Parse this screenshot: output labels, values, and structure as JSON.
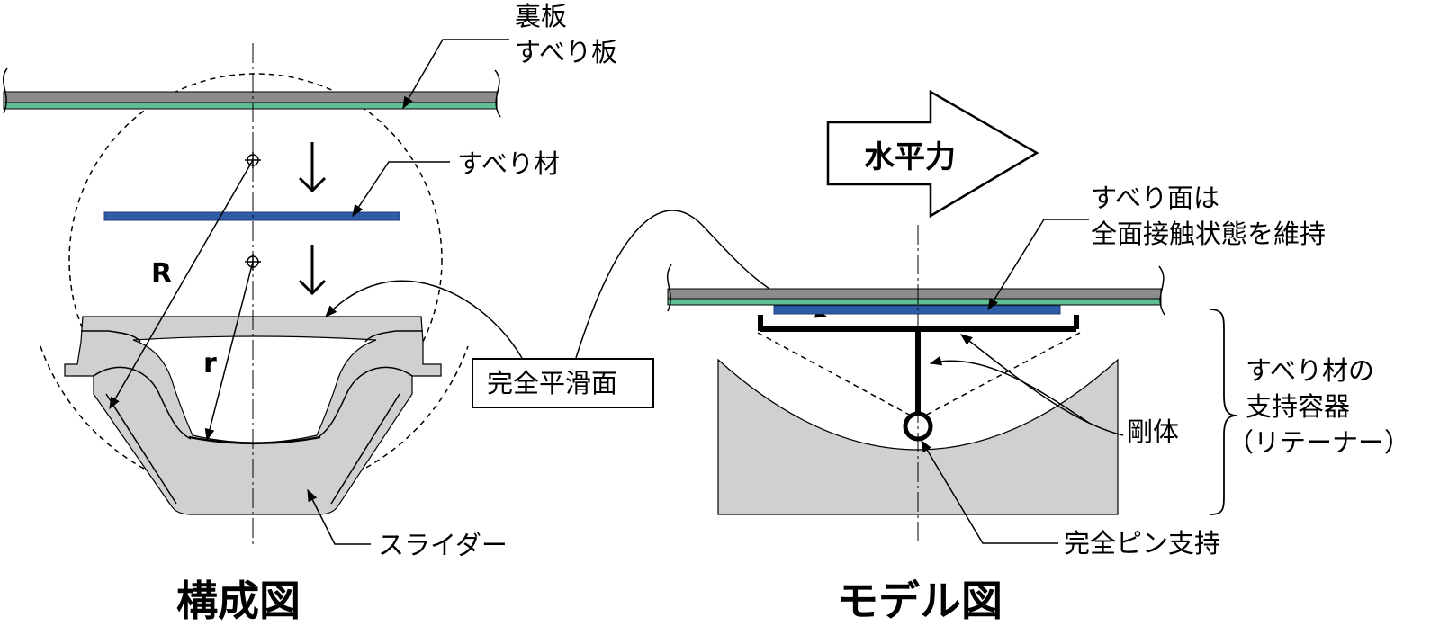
{
  "left": {
    "label_backplate": "裏板",
    "label_slide_plate": "すべり板",
    "label_slide_material": "すべり材",
    "label_R": "R",
    "label_r": "r",
    "label_slider": "スライダー",
    "caption": "構成図"
  },
  "center": {
    "label_smooth_surface": "完全平滑面"
  },
  "right": {
    "arrow_label": "水平力",
    "label_contact_line1": "すべり面は",
    "label_contact_line2": "全面接触状態を維持",
    "label_container_line1": "すべり材の",
    "label_container_line2": "支持容器",
    "label_container_line3": "（リテーナー）",
    "label_rigid_body": "剛体",
    "label_pin_support": "完全ピン支持",
    "caption": "モデル図"
  },
  "colors": {
    "plate_gray": "#8c8c8c",
    "plate_green": "#5fbf92",
    "slide_blue": "#2f5ca8",
    "body_gray": "#d0d0d0"
  }
}
